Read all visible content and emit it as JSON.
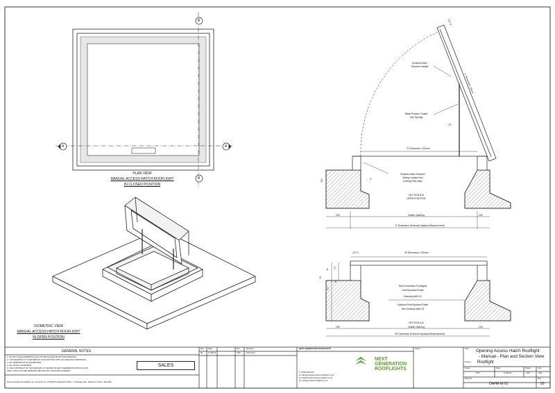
{
  "plan_view": {
    "title": "PLAN VIEW",
    "line2": "MANUAL ACCESS HATCH ROOFLIGHT",
    "line3": "IN CLOSED POSITION",
    "marker_a": "A",
    "marker_b": "B"
  },
  "iso_view": {
    "title": "ISOMETRIC VIEW",
    "line2": "MANUAL ACCESS HATCH ROOFLIGHT",
    "line3": "IN OPEN POSITION"
  },
  "section_b": {
    "lbl_1375": "137.5",
    "lbl_l_dim": "'L' Dimension -30mm",
    "lbl_handle": [
      "Brushed Satin",
      "Finished Handle"
    ],
    "lbl_springs": [
      "Black Powder Coated",
      "Gas Springs"
    ],
    "lbl_angle": "70°",
    "lbl_w_dim": "'S' Dimension -200mm",
    "lbl_2": "2°",
    "lbl_150": "150",
    "lbl_catch": [
      "Brushed Satin Finished",
      "Spring Loaded Non",
      "Locking Pull Catch"
    ],
    "lbl_section": [
      "SECTION B-B",
      "OPEN POSITION"
    ],
    "lbl_visible": "Visible Opening",
    "lbl_100a": "100",
    "lbl_100b": "100",
    "lbl_ext": "'S' Dimension (External Upstand Measurement)"
  },
  "section_a": {
    "lbl_1375": "137.5",
    "lbl_w_dim": "'W' Dimension -200mm",
    "lbl_85": "85",
    "lbl_125": "125",
    "lbl_45": "45",
    "lbl_342": "342",
    "lbl_150": "150",
    "lbl_kerb": [
      "Next Generation Rooflights",
      "Kerb/Upstand Detail",
      "Drawing MAD-01"
    ],
    "lbl_opt": [
      "Optional Kerb/Upstand Detail",
      "See Drawing MAD-02"
    ],
    "lbl_section": "SECTION A-A",
    "lbl_visible": "Visible Opening",
    "lbl_100a": "100",
    "lbl_100b": "100",
    "lbl_ext": "'W' Dimension (External Upstand Measurement)"
  },
  "notes": {
    "title": "GENERAL NOTES",
    "items": [
      "1. DO NOT SCALE DRAWINGS (DO NOT BE SCALED FROM THIS DRAWING)",
      "2. THIS DRAWING IS TO BE READ IN CONJUNCTION WITH ALL RELEVANT DRAWINGS",
      "3. ALL DIMENSIONS IN MILLIMETRES",
      "4. ALL LEVELS IN METRES",
      "5. THE COPYRIGHT OF THIS DRAWING IS VESTED IN NEXT GENERATION ROOFLIGHTS",
      "   AND IT MUST NOT BE REPRODUCED WITHOUT WRITTEN CONSENT"
    ],
    "company": "Next Generation Rooflights Ltd, Company No. 12345678, Registered Office: 2 Vicarage Lane, Stratford, London, E15 4HF"
  },
  "sales_label": "SALES",
  "revision_table": {
    "headers": [
      "Rev",
      "Date",
      "Drn",
      "Revision"
    ],
    "row": [
      "00",
      "11-05-23",
      "VHS",
      "First issue"
    ]
  },
  "company_block": {
    "heading": "NEXT GENERATION ROOFLIGHTS",
    "contacts": [
      "T: 01525 000 204",
      "E: sales@nextgenerationrooflights.co.uk",
      "E: info@nextgenerationrooflights.co.uk",
      "W: nextgenerationrooflights.co.uk"
    ],
    "logo_line1": "NEXT",
    "logo_line2": "GENERATION",
    "logo_line3": "ROOFLIGHTS"
  },
  "client_label": "Client:",
  "title_block": {
    "title_label": "Title:",
    "title_line1": "Opening Access Hatch Rooflight",
    "title_line2": "- Manual - Plan and Section View",
    "project_label": "Project:",
    "project_value": "Rooflight",
    "scale_label": "Scale:",
    "scale_value": "NTS",
    "date_label": "Date:",
    "date_value": "11-05-23",
    "drawn_label": "Drawn:",
    "drawn_value": "VHS",
    "chk_label": "Chk:",
    "chk_value": "JWL",
    "dwg_label": "Dwg No:",
    "dwg_value": "OAHR-M-01",
    "rev_label": "Rev:",
    "rev_value": "00"
  },
  "colors": {
    "line": "#222222",
    "grey_frame": "#e6e6e6",
    "logo_green": "#5aa12a"
  }
}
